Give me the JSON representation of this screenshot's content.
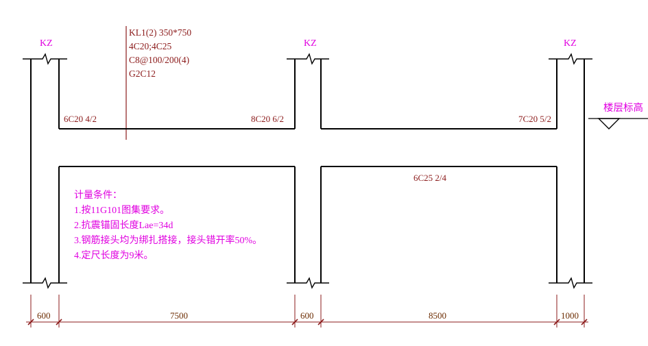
{
  "colors": {
    "magenta": "#e000e0",
    "brown": "#8b1a1a",
    "dark": "#6b2b00",
    "line": "#000000"
  },
  "columns": {
    "label": "KZ"
  },
  "beam_spec": {
    "lines": [
      "KL1(2) 350*750",
      "4C20;4C25",
      "C8@100/200(4)",
      "G2C12"
    ]
  },
  "top_rebar": {
    "left": "6C20 4/2",
    "middle": "8C20 6/2",
    "right": "7C20 5/2"
  },
  "bottom_rebar": {
    "span2": "6C25 2/4"
  },
  "floor_level": {
    "label": "楼层标高"
  },
  "conditions": {
    "title": "计量条件：",
    "items": [
      "1.按11G101图集要求。",
      "2.抗震锚固长度Lae=34d",
      "3.钢筋接头均为绑扎搭接，接头错开率50%。",
      "4.定尺长度为9米。"
    ]
  },
  "dimensions": {
    "values": [
      "600",
      "7500",
      "600",
      "8500",
      "1000"
    ]
  }
}
